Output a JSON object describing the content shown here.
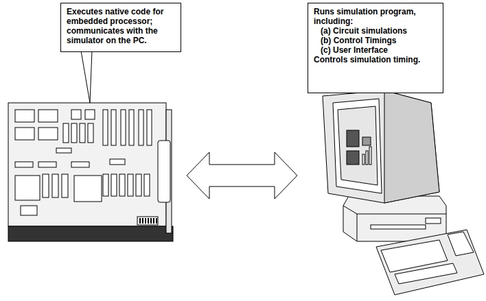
{
  "diagram": {
    "nodes": [
      {
        "text": [
          "Executes native code for embedded processor; communicates with the simulator on the PC."
        ]
      },
      {
        "text": [
          "Runs simulation program, including:",
          "(a) Circuit simulations",
          "(b) Control Timings",
          "(c) User Interface",
          "Controls simulation timing."
        ]
      }
    ]
  }
}
